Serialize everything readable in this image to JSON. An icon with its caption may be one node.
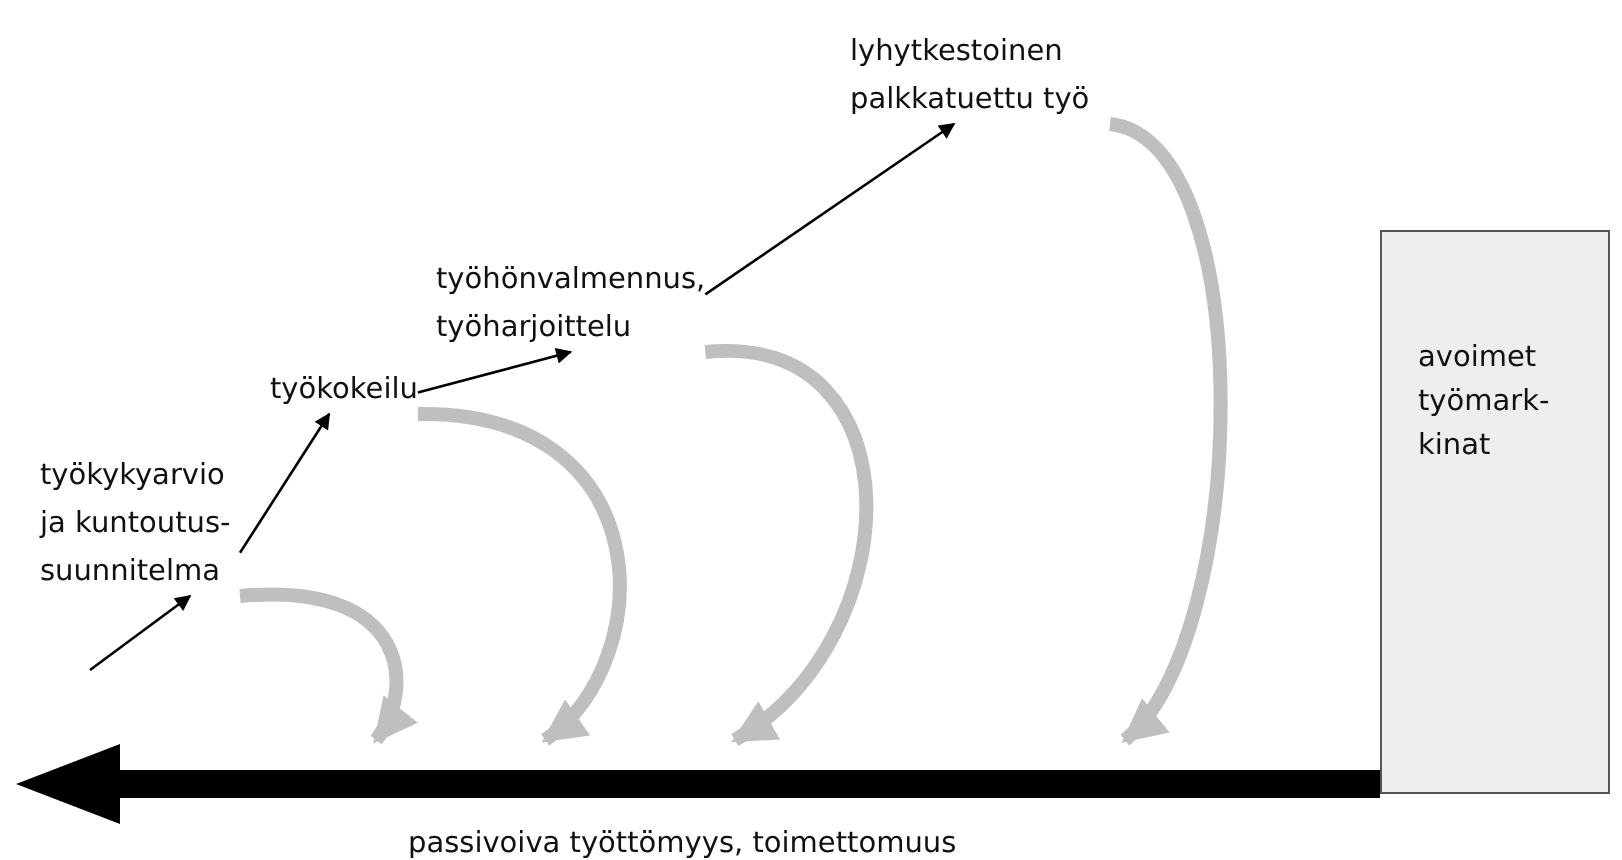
{
  "diagram": {
    "nodes": [
      {
        "text": [
          "työkykyarvio ja kuntoutus-suunnitelma"
        ]
      },
      {
        "text": [
          "työkokeilu"
        ]
      },
      {
        "text": [
          "työhönvalmennus, työharjoittelu"
        ]
      },
      {
        "text": [
          "lyhytkestoinen palkkatuettu työ"
        ]
      },
      {
        "text": [
          "avoimet työmark-kinat"
        ]
      },
      {
        "text": [
          "passivoiva työttömyys, toimettomuus"
        ]
      }
    ],
    "edges": [
      {
        "from": null,
        "to": 0,
        "arrow": "to"
      },
      {
        "from": 0,
        "to": 1,
        "arrow": "to"
      },
      {
        "from": 1,
        "to": 2,
        "arrow": "to"
      },
      {
        "from": 2,
        "to": 3,
        "arrow": "to"
      },
      {
        "from": 0,
        "to": 5,
        "arrow": "to",
        "style": "thick",
        "color": "#bfbfbf"
      },
      {
        "from": 1,
        "to": 5,
        "arrow": "to",
        "style": "thick",
        "color": "#bfbfbf"
      },
      {
        "from": 2,
        "to": 5,
        "arrow": "to",
        "style": "thick",
        "color": "#bfbfbf"
      },
      {
        "from": 3,
        "to": 5,
        "arrow": "to",
        "style": "thick",
        "color": "#bfbfbf"
      }
    ]
  }
}
